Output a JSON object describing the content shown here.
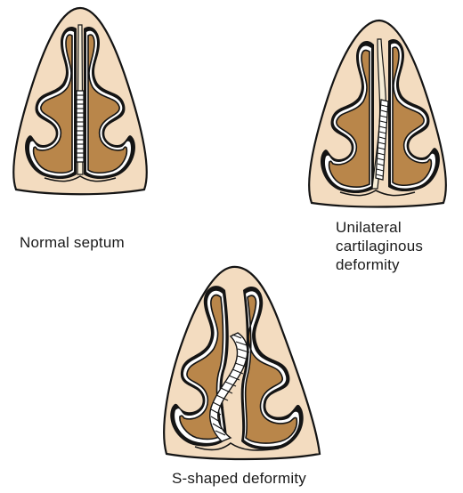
{
  "diagrams": [
    {
      "id": "normal",
      "caption": "Normal septum"
    },
    {
      "id": "unilateral",
      "caption_lines": [
        "Unilateral",
        "cartilaginous",
        "deformity"
      ]
    },
    {
      "id": "s-shaped",
      "caption": "S-shaped deformity"
    }
  ],
  "colors": {
    "skin": "#f3dcc0",
    "cavity": "#b9864a",
    "outline": "#141414",
    "lining": "#ffffff",
    "septum_light": "#f6ecd6"
  }
}
